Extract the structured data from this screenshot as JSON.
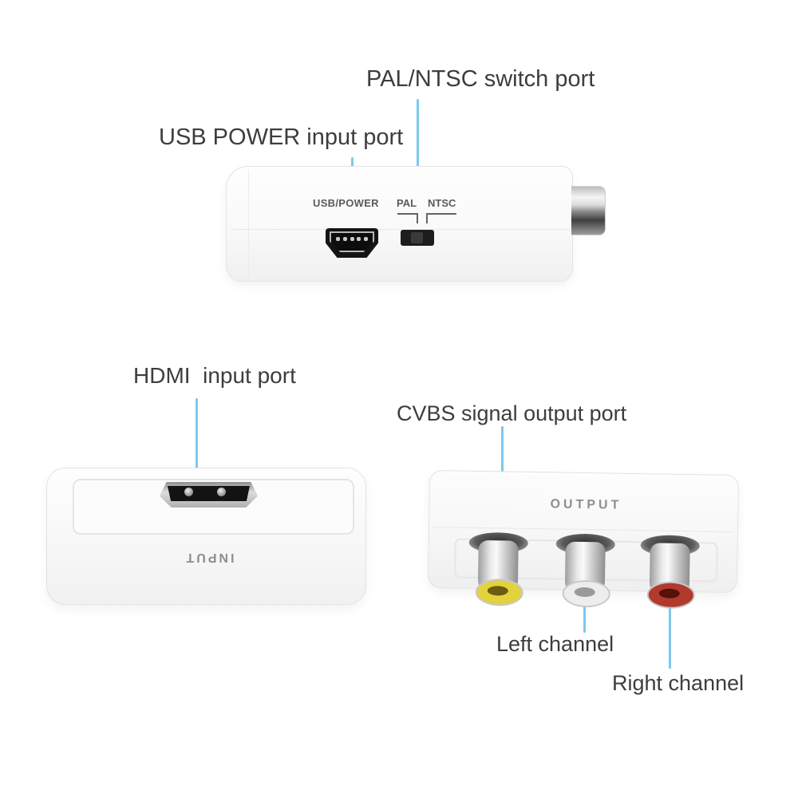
{
  "colors": {
    "background": "#ffffff",
    "leader_line": "#7cc9ee",
    "leader_dot": "#4cbcec",
    "label_text": "#3d3d3d"
  },
  "callouts": {
    "pal_ntsc_switch": "PAL/NTSC switch port",
    "usb_power_input": "USB POWER input port",
    "hdmi_input": "HDMI  input port",
    "cvbs_output": "CVBS signal output port",
    "left_channel": "Left channel",
    "right_channel": "Right channel"
  },
  "device_power_side": {
    "usb_port_label": "USB/POWER",
    "pal_label": "PAL",
    "ntsc_label": "NTSC"
  },
  "device_hdmi_side": {
    "face_label": "INPUT"
  },
  "device_av_side": {
    "face_label": "OUTPUT",
    "jacks": [
      {
        "name": "video-composite",
        "ring_color": "#e2d23d",
        "hole_color": "#6b5c10"
      },
      {
        "name": "audio-left",
        "ring_color": "#ededed",
        "hole_color": "#9a9a9a"
      },
      {
        "name": "audio-right",
        "ring_color": "#b23a2d",
        "hole_color": "#55110c"
      }
    ]
  }
}
